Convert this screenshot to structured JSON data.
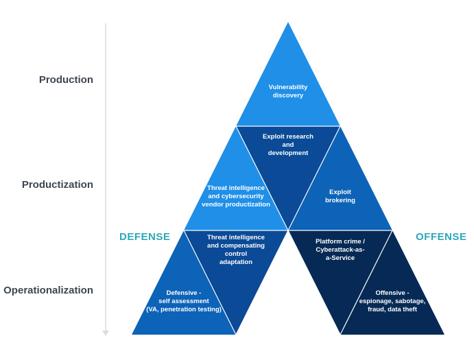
{
  "levels": {
    "production": "Production",
    "productization": "Productization",
    "operationalization": "Operationalization"
  },
  "sides": {
    "defense": "DEFENSE",
    "offense": "OFFENSE"
  },
  "cells": {
    "vulnerability_discovery": [
      "Vulnerability",
      "discovery"
    ],
    "exploit_research": [
      "Exploit research",
      "and",
      "development"
    ],
    "exploit_brokering": [
      "Exploit",
      "brokering"
    ],
    "threat_intel_vendor": [
      "Threat intelligence",
      "and cybersecurity",
      "vendor productization"
    ],
    "threat_intel_control": [
      "Threat intelligence",
      "and compensating",
      "control",
      "adaptation"
    ],
    "defensive_self_assessment": [
      "Defensive -",
      "self assessment",
      "(VA, penetration testing)"
    ],
    "platform_crime": [
      "Platform crime /",
      "Cyberattack-as-",
      "a-Service"
    ],
    "offensive_espionage": [
      "Offensive -",
      "espionage, sabotage,",
      "fraud, data theft"
    ]
  },
  "colors": {
    "light_blue": "#1f8fe8",
    "medium_blue": "#0d63b8",
    "dark_blue": "#0b4a96",
    "navy": "#062a55",
    "level_text": "#3d4650",
    "side_text": "#2aa7b8",
    "axis_line": "#d9dde2"
  }
}
